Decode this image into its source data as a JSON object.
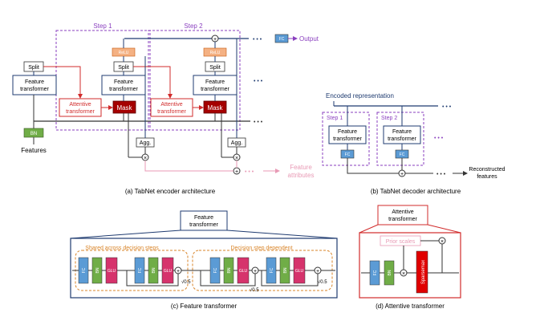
{
  "colors": {
    "navy": "#1f3b70",
    "purple": "#8a3fbf",
    "red": "#d12b2b",
    "darkred": "#8b0000",
    "orange": "#d9852a",
    "lightblue": "#5b9bd5",
    "green": "#70ad47",
    "pink": "#d6336c",
    "gray": "#666666",
    "relu": "#f4b183",
    "lightpink": "#e89ab5"
  },
  "encoder": {
    "step1": "Step 1",
    "step2": "Step 2",
    "split": "Split",
    "feature_transformer_l1": "Feature",
    "feature_transformer_l2": "transformer",
    "attentive_l1": "Attentive",
    "attentive_l2": "transformer",
    "mask": "Mask",
    "relu": "ReLU",
    "bn": "BN",
    "features": "Features",
    "agg": "Agg.",
    "fc": "FC",
    "output": "Output",
    "feature_attr_l1": "Feature",
    "feature_attr_l2": "attributes",
    "ellipsis": "• • •",
    "plus": "+",
    "times": "×",
    "caption": "(a)  TabNet encoder architecture"
  },
  "decoder": {
    "encoded_rep": "Encoded representation",
    "step1": "Step 1",
    "step2": "Step 2",
    "ft_l1": "Feature",
    "ft_l2": "transformer",
    "fc": "FC",
    "reconstructed_l1": "Reconstructed",
    "reconstructed_l2": "features",
    "ellipsis": "• • •",
    "plus": "+",
    "caption": "(b)  TabNet decoder architecture"
  },
  "feature_transformer": {
    "title_l1": "Feature",
    "title_l2": "transformer",
    "shared": "Shared across decision steps",
    "dependent": "Decision step dependent",
    "fc": "FC",
    "bn": "BN",
    "glu": "GLU",
    "sqrt": "√0.5",
    "plus": "+",
    "caption": "(c)  Feature transformer"
  },
  "attentive_transformer": {
    "title_l1": "Attentive",
    "title_l2": "transformer",
    "prior_scales": "Prior scales",
    "fc": "FC",
    "bn": "BN",
    "sparsemax": "Sparsemax",
    "times": "×",
    "caption": "(d)  Attentive transformer"
  }
}
